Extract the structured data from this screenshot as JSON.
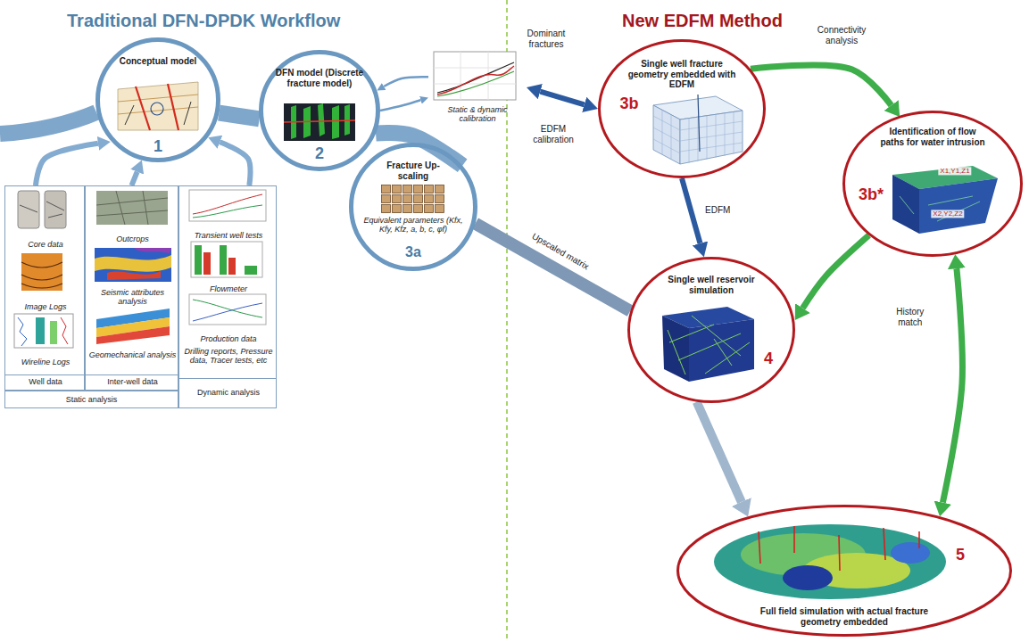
{
  "diagram": {
    "nodes": [
      {
        "text": [
          "Conceptual model",
          "1"
        ]
      },
      {
        "text": [
          "DFN model (Discrete fracture model)",
          "2"
        ]
      },
      {
        "text": [
          "Static & dynamic calibration"
        ]
      },
      {
        "text": [
          "Fracture Up-scaling",
          "Equivalent parameters (Kfx, Kfy, Kfz, a, b, c, φf)",
          "3a"
        ]
      },
      {
        "text": [
          "Core data",
          "Image Logs",
          "Wireline Logs",
          "Well data"
        ]
      },
      {
        "text": [
          "Outcrops",
          "Seismic attributes analysis",
          "Geomechanical analysis",
          "Inter-well data"
        ]
      },
      {
        "text": [
          "Transient well tests",
          "Flowmeter",
          "Production data",
          "Drilling reports, Pressure data, Tracer tests, etc",
          "Dynamic analysis"
        ]
      },
      {
        "text": [
          "Static analysis"
        ]
      },
      {
        "text": [
          "Single well fracture geometry embedded with EDFM",
          "3b"
        ]
      },
      {
        "text": [
          "Identification of flow paths for water intrusion",
          "3b*"
        ]
      },
      {
        "text": [
          "Single well reservoir simulation",
          "4"
        ]
      },
      {
        "text": [
          "Full field simulation with actual fracture geometry embedded",
          "5"
        ]
      }
    ],
    "edges": [
      {
        "from": 4,
        "to": 0,
        "arrow": "to"
      },
      {
        "from": 5,
        "to": 0,
        "arrow": "to"
      },
      {
        "from": 6,
        "to": 0,
        "arrow": "to"
      },
      {
        "from": 0,
        "to": 1,
        "arrow": "none"
      },
      {
        "from": 1,
        "to": 3,
        "arrow": "none"
      },
      {
        "from": 2,
        "to": 1,
        "arrow": "to"
      },
      {
        "from": 1,
        "to": 2,
        "arrow": "to"
      },
      {
        "from": 2,
        "to": 8,
        "label": "Dominant fractures",
        "arrow": "both"
      },
      {
        "from": 8,
        "to": 10,
        "label": "EDFM",
        "arrow": "to"
      },
      {
        "from": 8,
        "to": 9,
        "label": "Connectivity analysis",
        "arrow": "to"
      },
      {
        "from": 9,
        "to": 10,
        "arrow": "to"
      },
      {
        "from": 9,
        "to": 11,
        "label": "History match",
        "arrow": "both"
      },
      {
        "from": 3,
        "to": 10,
        "label": "Upscaled matrix",
        "arrow": "none"
      },
      {
        "from": 10,
        "to": 11,
        "arrow": "to"
      }
    ],
    "labels": [
      "Traditional DFN-DPDK Workflow",
      "New EDFM Method",
      "EDFM calibration",
      "X1,Y1,Z1",
      "X2,Y2,Z2"
    ]
  }
}
